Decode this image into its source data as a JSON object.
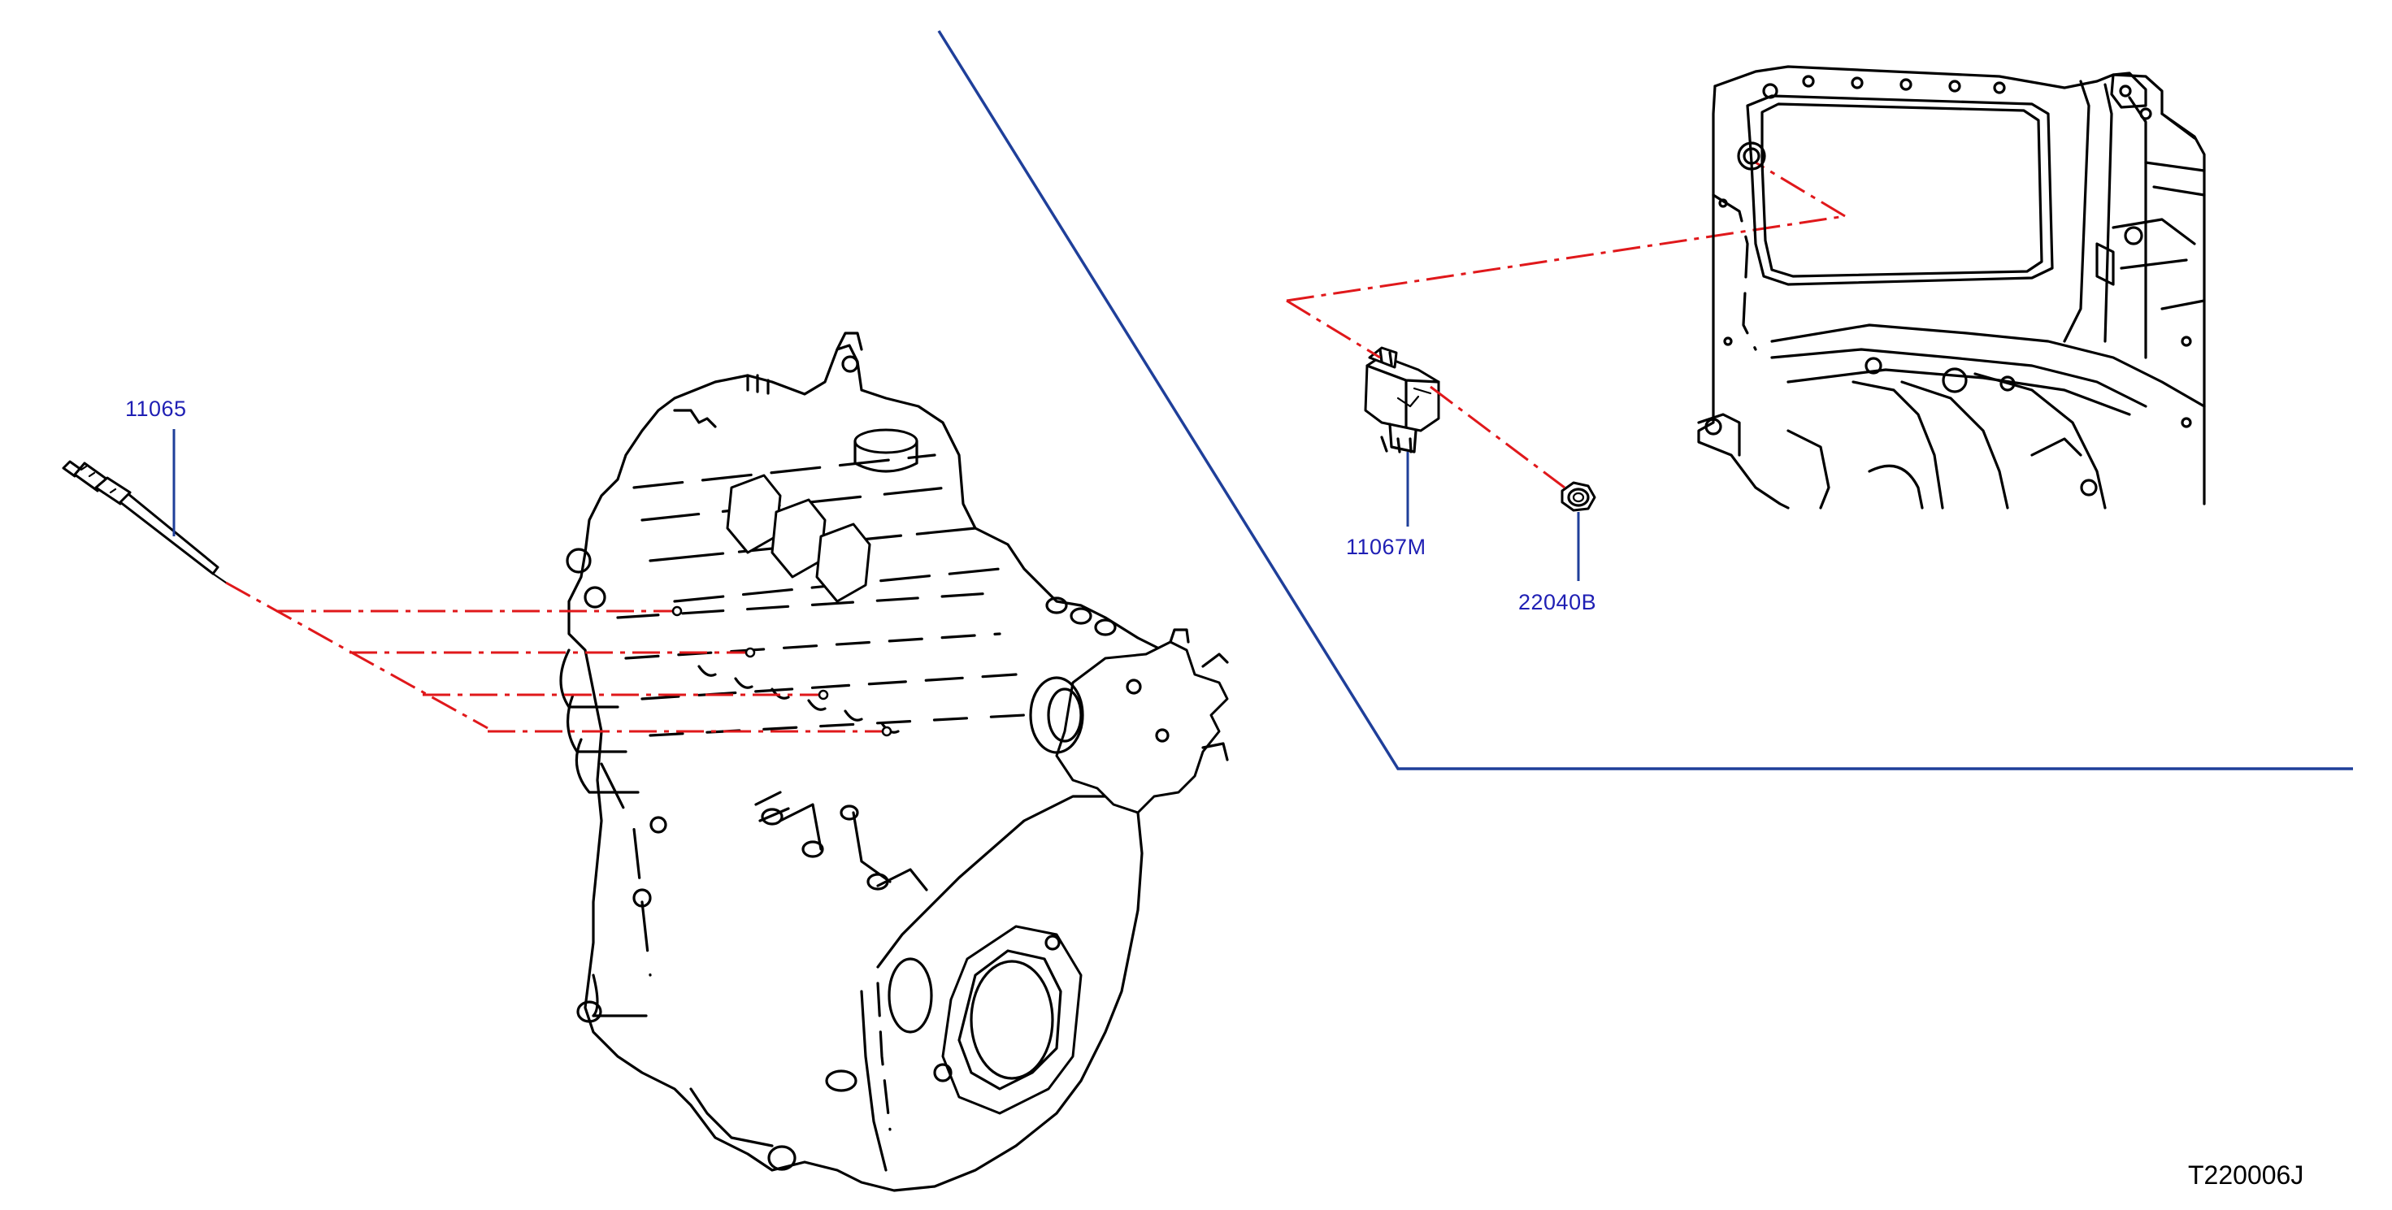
{
  "colors": {
    "part_label": "#1f1fb4",
    "leader_line": "#1f3f9a",
    "callout_line": "#e0181b",
    "drawing_ink": "#000000",
    "background": "#ffffff"
  },
  "parts": {
    "glow_plug": {
      "number": "11065"
    },
    "glow_relay": {
      "number": "11067M"
    },
    "nut": {
      "number": "22040B"
    }
  },
  "diagram_code": "T220006J"
}
